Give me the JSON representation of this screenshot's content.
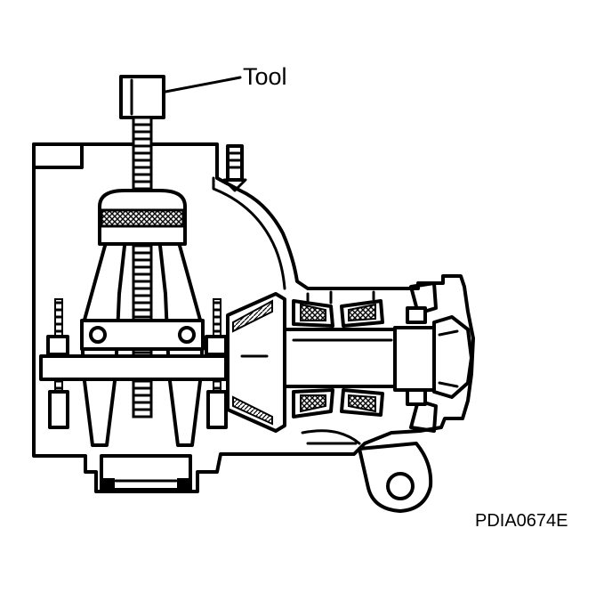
{
  "labels": {
    "tool": "Tool",
    "figure_id": "PDIA0674E"
  },
  "colors": {
    "line": "#000000",
    "background": "#ffffff"
  },
  "parts": [
    "puller-tool",
    "transfer-case-housing",
    "drive-pinion-gear",
    "tapered-roller-bearings",
    "output-flange",
    "mounting-bracket"
  ]
}
